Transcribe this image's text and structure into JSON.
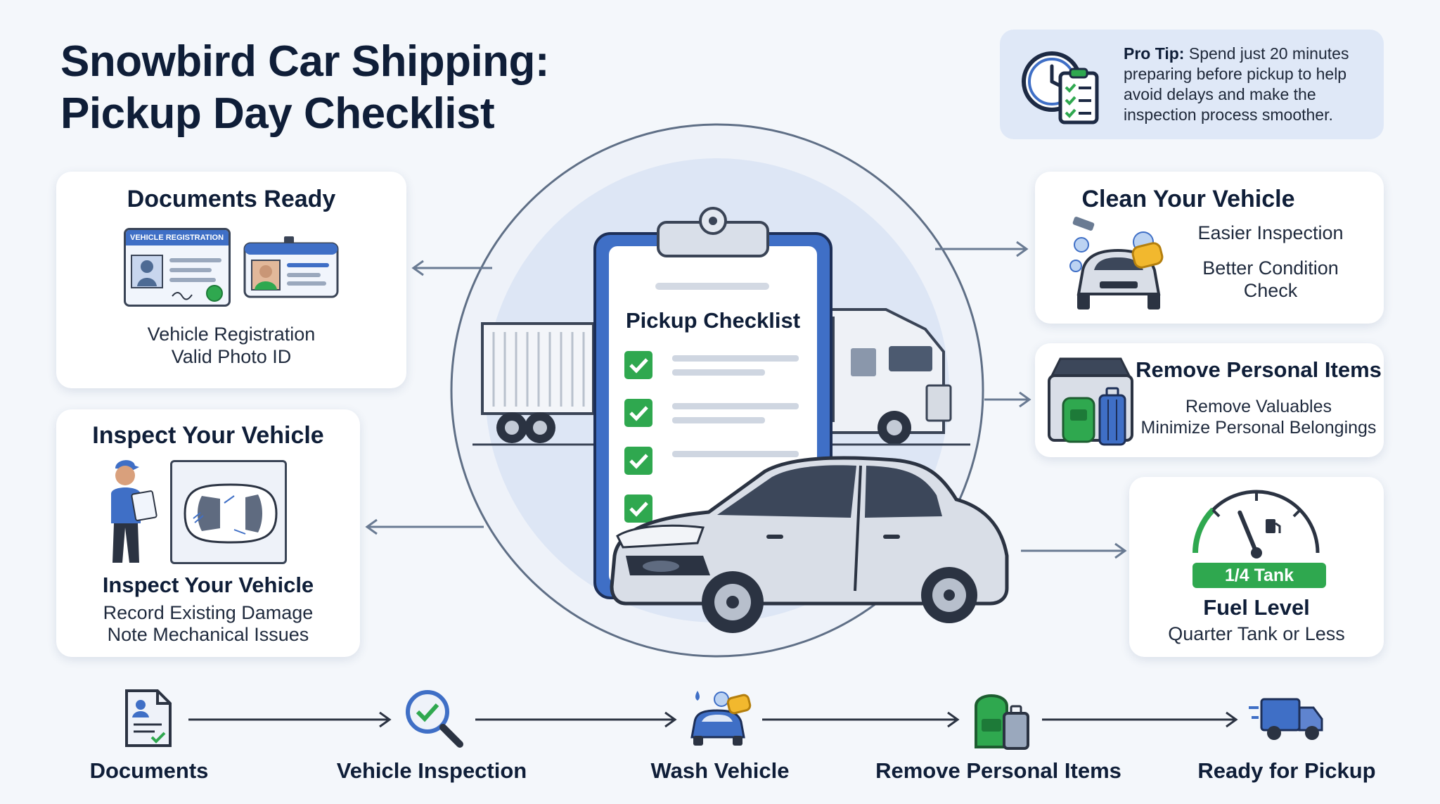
{
  "header": {
    "title_line1": "Snowbird Car Shipping:",
    "title_line2": "Pickup Day Checklist"
  },
  "pro_tip": {
    "label": "Pro Tip:",
    "text": "Spend just 20 minutes preparing before pickup to help avoid delays and make the inspection process smoother.",
    "icon": "clock-checklist-icon"
  },
  "cards": {
    "documents": {
      "title": "Documents Ready",
      "badge": "VEHICLE REGISTRATION",
      "line1": "Vehicle Registration",
      "line2": "Valid Photo ID"
    },
    "inspect": {
      "title": "Inspect Your Vehicle",
      "subtitle": "Inspect Your Vehicle",
      "line1": "Record Existing Damage",
      "line2": "Note Mechanical Issues"
    },
    "clean": {
      "title": "Clean Your Vehicle",
      "line1": "Easier Inspection",
      "line2a": "Better Condition",
      "line2b": "Check"
    },
    "personal": {
      "title": "Remove Personal Items",
      "line1": "Remove Valuables",
      "line2": "Minimize Personal Belongings"
    },
    "fuel": {
      "badge": "1/4 Tank",
      "title": "Fuel Level",
      "line1": "Quarter Tank or Less",
      "gauge_level": 0.25
    }
  },
  "center": {
    "clipboard_title": "Pickup Checklist",
    "checked_items": 4
  },
  "steps": [
    {
      "label": "Documents",
      "icon": "document-icon"
    },
    {
      "label": "Vehicle Inspection",
      "icon": "magnifier-check-icon"
    },
    {
      "label": "Wash Vehicle",
      "icon": "car-wash-icon"
    },
    {
      "label": "Remove Personal Items",
      "icon": "luggage-icon"
    },
    {
      "label": "Ready for Pickup",
      "icon": "truck-icon"
    }
  ],
  "colors": {
    "primary_blue": "#3f6fc6",
    "dark_navy": "#0f1e38",
    "check_green": "#2fa84f",
    "card_bg": "#ffffff",
    "page_bg": "#f4f7fb"
  }
}
